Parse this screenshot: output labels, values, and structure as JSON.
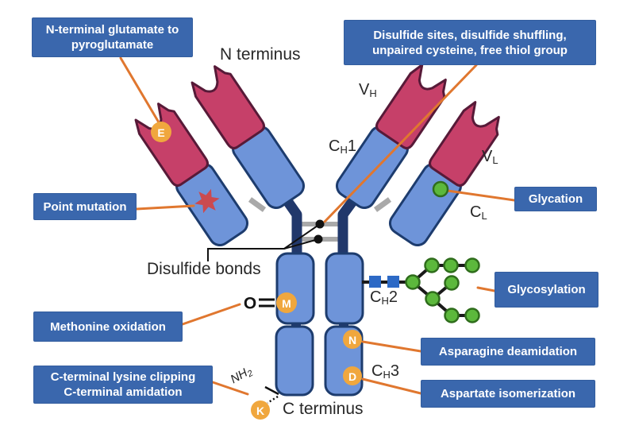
{
  "diagram": {
    "n_terminus": "N terminus",
    "c_terminus": "C terminus",
    "disulfide_bonds": "Disulfide bonds"
  },
  "callouts": {
    "pyroglutamate": {
      "line1": "N-terminal glutamate to",
      "line2": "pyroglutamate"
    },
    "disulfide": {
      "line1": "Disulfide sites, disulfide shuffling,",
      "line2": "unpaired cysteine, free thiol group"
    },
    "point_mutation": {
      "label": "Point mutation"
    },
    "glycation": {
      "label": "Glycation"
    },
    "glycosylation": {
      "label": "Glycosylation"
    },
    "methionine_oxidation": {
      "label": "Methonine oxidation"
    },
    "c_terminal": {
      "line1": "C-terminal lysine clipping",
      "line2": "C-terminal amidation"
    },
    "asparagine_deamidation": {
      "label": "Asparagine deamidation"
    },
    "aspartate_isomerization": {
      "label": "Aspartate isomerization"
    }
  },
  "domains": {
    "vh": {
      "main": "V",
      "sub": "H",
      "suffix": ""
    },
    "ch1": {
      "main": "C",
      "sub": "H",
      "suffix": "1"
    },
    "vl": {
      "main": "V",
      "sub": "L",
      "suffix": ""
    },
    "cl": {
      "main": "C",
      "sub": "L",
      "suffix": ""
    },
    "ch2": {
      "main": "C",
      "sub": "H",
      "suffix": "2"
    },
    "ch3": {
      "main": "C",
      "sub": "H",
      "suffix": "3"
    }
  },
  "markers": {
    "glutamate": "E",
    "methionine": "M",
    "asparagine": "N",
    "aspartate": "D",
    "lysine": "K"
  },
  "chemistry": {
    "oxygen": "O",
    "amine_main": "NH",
    "amine_sub": "2"
  },
  "colors": {
    "callout_blue": "#3a67ad",
    "domain_blue": "#6e94d9",
    "domain_blue_border": "#1d3c6e",
    "domain_crimson": "#c64069",
    "domain_crimson_border": "#571a38",
    "hinge_navy": "#21386b",
    "marker_orange": "#f0a73e",
    "glycan_green": "#5cb83c",
    "glycan_green_border": "#2f6d1c",
    "glycan_blue_square": "#2d6ac6",
    "connector_orange": "#e0772f",
    "mutation_star_red": "#cb4a4f",
    "disulfide_gray": "#a9a9a9"
  }
}
